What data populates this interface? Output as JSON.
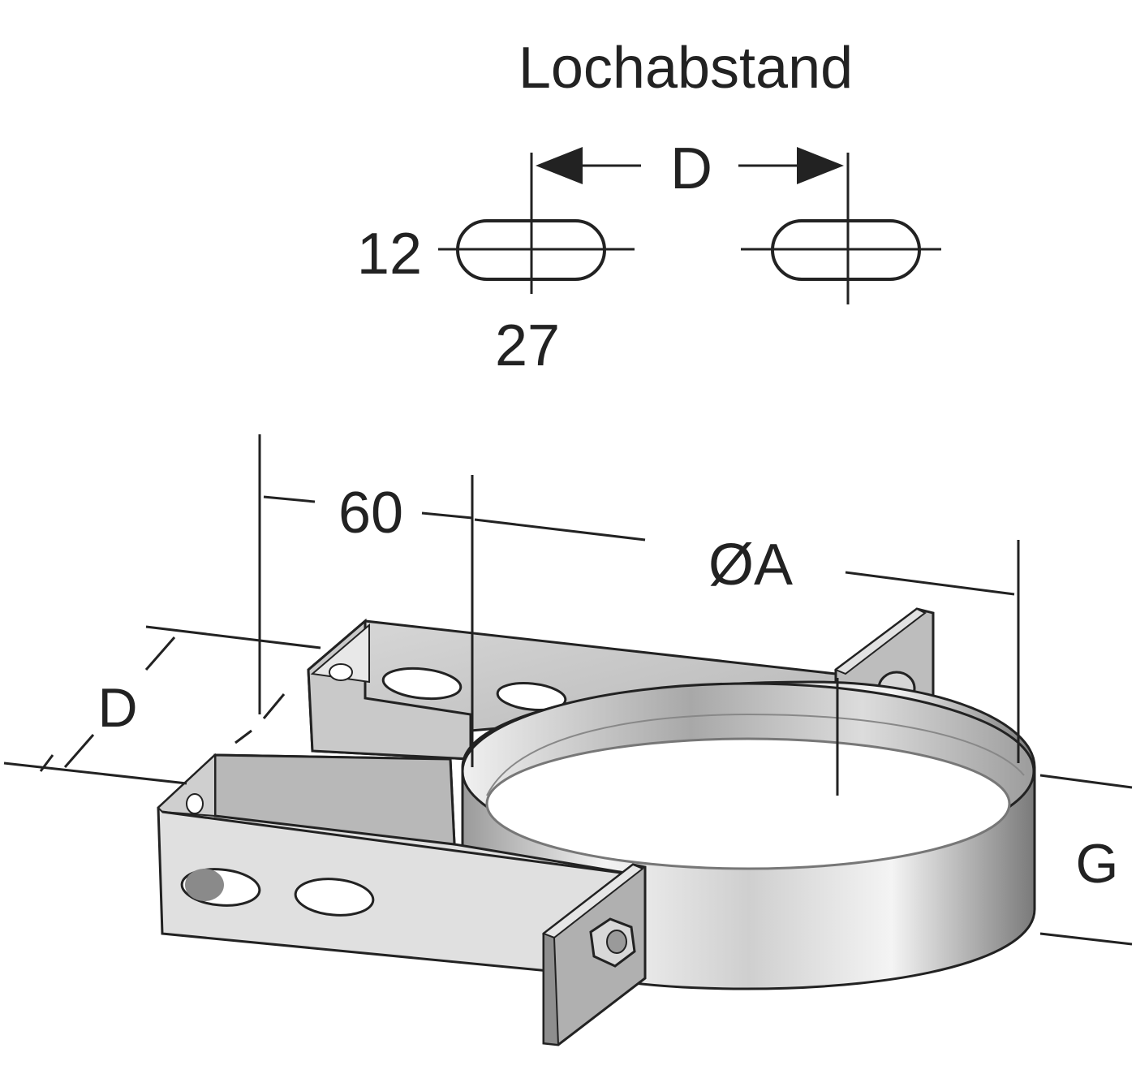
{
  "hole_detail": {
    "title": "Lochabstand",
    "spacing_label": "D",
    "slot_height_label": "12",
    "slot_width_label": "27"
  },
  "bracket": {
    "depth_label": "D",
    "offset_label": "60",
    "diameter_label": "ØA",
    "band_height_label": "G"
  },
  "colors": {
    "line": "#222222",
    "metal_light": "#e4e4e4",
    "metal_mid": "#bdbdbd",
    "metal_dark": "#8c8c8c"
  }
}
